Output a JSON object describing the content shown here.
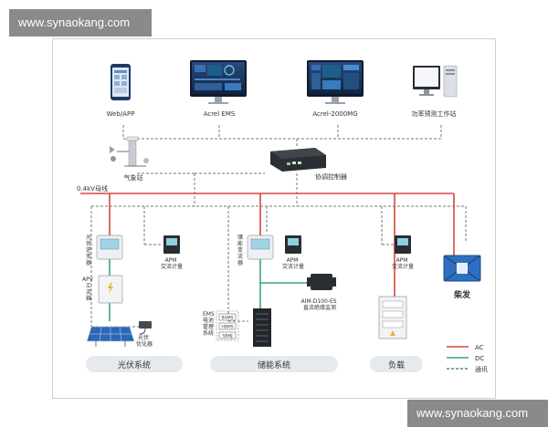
{
  "watermark": "www.synaokang.com",
  "top_devices": {
    "web_app": "Web/APP",
    "ems": "Acrel EMS",
    "mg": "Acrel-2000MG",
    "workstation": "功率预测工作站"
  },
  "weather_station": "气象站",
  "coordinator": "协调控制器",
  "bus_label": "0.4kV母线",
  "pv": {
    "inverter": [
      "光",
      "伏",
      "逆",
      "变",
      "器"
    ],
    "combiner": [
      "APV",
      "汇",
      "流",
      "箱"
    ],
    "optimizer": [
      "光伏",
      "优化器"
    ],
    "meter": [
      "APM",
      "交流计量"
    ]
  },
  "storage": {
    "pcs": [
      "储",
      "能",
      "变",
      "流",
      "器"
    ],
    "meter": [
      "APM",
      "交流计量"
    ],
    "dc_meter": [
      "AIM-D100-ES",
      "直流绝缘监测"
    ],
    "ems_label": [
      "EMS",
      "电池",
      "管理",
      "系统"
    ],
    "stack": [
      "BAMS",
      "HBMS",
      "SBMJ"
    ]
  },
  "load_meter": [
    "APM",
    "交流计量"
  ],
  "diesel": "柴发",
  "groups": {
    "pv": "光伏系统",
    "storage": "储能系统",
    "load": "负载"
  },
  "legend": {
    "ac": "AC",
    "dc": "DC",
    "comm": "通讯"
  },
  "colors": {
    "ac": "#d9473d",
    "dc": "#3aa37a",
    "comm": "#6b6b6b",
    "pill_bg": "#e6e9ee"
  }
}
